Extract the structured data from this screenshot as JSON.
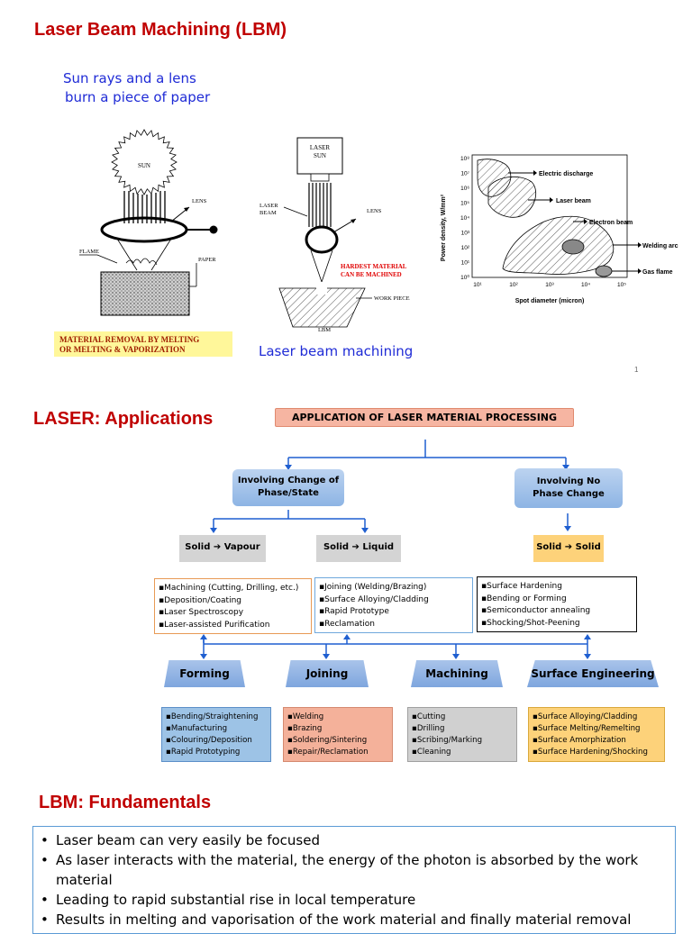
{
  "section1": {
    "title": "Laser Beam Machining (LBM)",
    "sun_caption_1": "Sun rays and a  lens",
    "sun_caption_2": "burn  a  piece of paper",
    "sun_diagram": {
      "sun_label": "SUN",
      "lens_label": "LENS",
      "flame_label": "FLAME",
      "paper_label": "PAPER"
    },
    "laser_diagram": {
      "source_label_1": "LASER",
      "source_label_2": "SUN",
      "beam_label_1": "LASER",
      "beam_label_2": "BEAM",
      "lens_label": "LENS",
      "hardest_1": "HARDEST MATERIAL",
      "hardest_2": "CAN BE MACHINED",
      "workpiece_label": "WORK PIECE",
      "lbm_label": "LBM"
    },
    "material_removal_1": "MATERIAL  REMOVAL BY MELTING",
    "material_removal_2": "OR MELTING & VAPORIZATION",
    "lbm_caption": "Laser beam machining",
    "page_number": "1",
    "chart": {
      "ylabel": "Power density, W/mm²",
      "xlabel": "Spot diameter (micron)",
      "yticks": [
        "10⁸",
        "10⁷",
        "10⁶",
        "10⁵",
        "10⁴",
        "10³",
        "10²",
        "10¹",
        "10⁰"
      ],
      "xticks": [
        "10¹",
        "10²",
        "10³",
        "10⁴",
        "10⁵"
      ],
      "labels": [
        "Electric discharge",
        "Laser beam",
        "Electron beam",
        "Welding arc",
        "Gas flame"
      ]
    }
  },
  "section2": {
    "title": "LASER: Applications",
    "header": "APPLICATION  OF  LASER MATERIAL  PROCESSING",
    "left_group_1": "Involving Change of",
    "left_group_2": "Phase/State",
    "right_group_1": "Involving No",
    "right_group_2": "Phase Change",
    "btn_vapour": "Solid ➔  Vapour",
    "btn_liquid": "Solid ➔  Liquid",
    "btn_solid": "Solid ➔ Solid",
    "list_vapour": [
      "▪Machining (Cutting, Drilling, etc.)",
      "▪Deposition/Coating",
      "▪Laser  Spectroscopy",
      "▪Laser-assisted Purification"
    ],
    "list_liquid": [
      "▪Joining (Welding/Brazing)",
      "▪Surface Alloying/Cladding",
      "▪Rapid Prototype",
      "▪Reclamation"
    ],
    "list_solid": [
      "▪Surface Hardening",
      "▪Bending or Forming",
      "▪Semiconductor annealing",
      "▪Shocking/Shot-Peening"
    ],
    "categories": [
      "Forming",
      "Joining",
      "Machining",
      "Surface Engineering"
    ],
    "cat_forming": [
      "▪Bending/Straightening",
      "▪Manufacturing",
      "▪Colouring/Deposition",
      "▪Rapid Prototyping"
    ],
    "cat_joining": [
      "▪Welding",
      "▪Brazing",
      "▪Soldering/Sintering",
      "▪Repair/Reclamation"
    ],
    "cat_machining": [
      "▪Cutting",
      "▪Drilling",
      "▪Scribing/Marking",
      "▪Cleaning"
    ],
    "cat_surface": [
      "▪Surface Alloying/Cladding",
      "▪Surface Melting/Remelting",
      "▪Surface Amorphization",
      "▪Surface Hardening/Shocking"
    ]
  },
  "section3": {
    "title": "LBM: Fundamentals",
    "bullets": [
      "Laser beam can very easily be focused",
      "As laser interacts with the material, the energy of the photon is absorbed by the work material",
      "Leading to rapid substantial rise in local temperature",
      "Results in melting and vaporisation of the work material and finally material removal"
    ]
  },
  "colors": {
    "title_red": "#c00000",
    "caption_blue": "#1f2bd6",
    "connector_blue": "#1f5fd0"
  }
}
